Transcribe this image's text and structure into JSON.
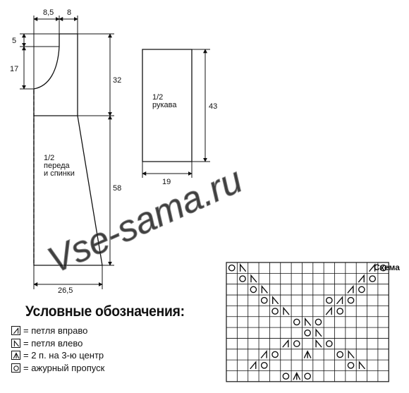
{
  "front_back": {
    "label_lines": [
      "1/2",
      "переда",
      "и спинки"
    ],
    "dims": {
      "neck_width": "8,5",
      "shoulder_width": "8",
      "neck_front_depth": "5",
      "armhole_shape_height": "17",
      "yoke_height": "32",
      "body_height": "58",
      "hem_width": "26,5"
    }
  },
  "sleeve": {
    "label_lines": [
      "1/2",
      "рукава"
    ],
    "dims": {
      "height": "43",
      "width": "19"
    }
  },
  "watermark": "Vse-sama.ru",
  "chart": {
    "title": "Схема",
    "columns": 15,
    "rows": 11,
    "cells": [
      {
        "r": 0,
        "c": 0,
        "s": "o"
      },
      {
        "r": 0,
        "c": 1,
        "s": "left"
      },
      {
        "r": 0,
        "c": 13,
        "s": "right"
      },
      {
        "r": 0,
        "c": 14,
        "s": "o"
      },
      {
        "r": 1,
        "c": 1,
        "s": "o"
      },
      {
        "r": 1,
        "c": 2,
        "s": "left"
      },
      {
        "r": 1,
        "c": 12,
        "s": "right"
      },
      {
        "r": 1,
        "c": 13,
        "s": "o"
      },
      {
        "r": 2,
        "c": 2,
        "s": "o"
      },
      {
        "r": 2,
        "c": 3,
        "s": "left"
      },
      {
        "r": 2,
        "c": 11,
        "s": "right"
      },
      {
        "r": 2,
        "c": 12,
        "s": "o"
      },
      {
        "r": 3,
        "c": 3,
        "s": "o"
      },
      {
        "r": 3,
        "c": 4,
        "s": "left"
      },
      {
        "r": 3,
        "c": 9,
        "s": "o"
      },
      {
        "r": 3,
        "c": 10,
        "s": "right"
      },
      {
        "r": 3,
        "c": 11,
        "s": "o"
      },
      {
        "r": 4,
        "c": 4,
        "s": "o"
      },
      {
        "r": 4,
        "c": 5,
        "s": "left"
      },
      {
        "r": 4,
        "c": 9,
        "s": "right"
      },
      {
        "r": 4,
        "c": 10,
        "s": "o"
      },
      {
        "r": 5,
        "c": 6,
        "s": "o"
      },
      {
        "r": 5,
        "c": 7,
        "s": "left"
      },
      {
        "r": 5,
        "c": 8,
        "s": "o"
      },
      {
        "r": 6,
        "c": 7,
        "s": "o"
      },
      {
        "r": 6,
        "c": 8,
        "s": "left"
      },
      {
        "r": 7,
        "c": 5,
        "s": "right"
      },
      {
        "r": 7,
        "c": 6,
        "s": "o"
      },
      {
        "r": 7,
        "c": 8,
        "s": "left"
      },
      {
        "r": 7,
        "c": 9,
        "s": "o"
      },
      {
        "r": 8,
        "c": 3,
        "s": "right"
      },
      {
        "r": 8,
        "c": 4,
        "s": "o"
      },
      {
        "r": 8,
        "c": 7,
        "s": "center"
      },
      {
        "r": 8,
        "c": 10,
        "s": "o"
      },
      {
        "r": 8,
        "c": 11,
        "s": "left"
      },
      {
        "r": 9,
        "c": 2,
        "s": "right"
      },
      {
        "r": 9,
        "c": 3,
        "s": "o"
      },
      {
        "r": 9,
        "c": 11,
        "s": "o"
      },
      {
        "r": 9,
        "c": 12,
        "s": "left"
      },
      {
        "r": 10,
        "c": 5,
        "s": "o"
      },
      {
        "r": 10,
        "c": 6,
        "s": "center"
      },
      {
        "r": 10,
        "c": 7,
        "s": "o"
      }
    ]
  },
  "legend": {
    "title": "Условные обозначения:",
    "items": [
      {
        "symbol": "right",
        "text": "= петля вправо"
      },
      {
        "symbol": "left",
        "text": "= петля влево"
      },
      {
        "symbol": "center",
        "text": "= 2 п. на 3-ю центр"
      },
      {
        "symbol": "o",
        "text": "= ажурный пропуск"
      }
    ]
  }
}
